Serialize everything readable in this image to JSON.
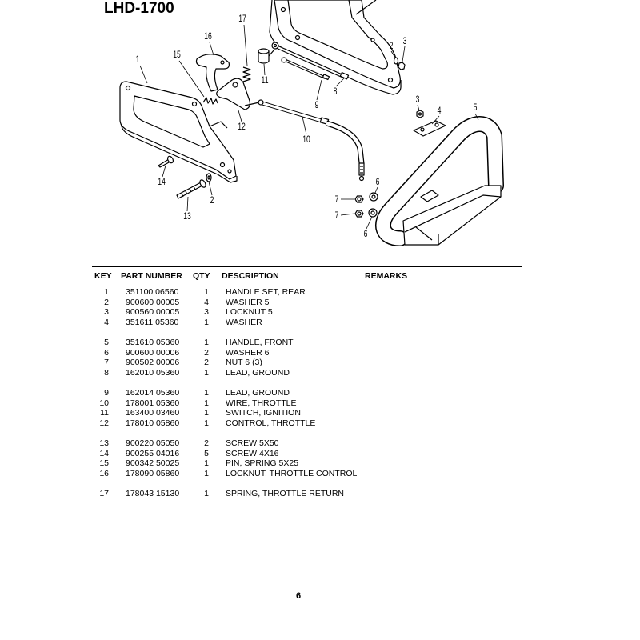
{
  "title": "LHD-1700",
  "diagram": {
    "callouts": [
      "17",
      "16",
      "15",
      "1",
      "11",
      "8",
      "9",
      "12",
      "10",
      "2",
      "3",
      "3",
      "4",
      "5",
      "6",
      "7",
      "7",
      "6",
      "14",
      "2",
      "13"
    ]
  },
  "parts_table": {
    "headers": {
      "key": "KEY",
      "part_number": "PART NUMBER",
      "qty": "QTY",
      "description": "DESCRIPTION",
      "remarks": "REMARKS"
    },
    "groups": [
      [
        {
          "key": "1",
          "part_number": "351100 06560",
          "qty": "1",
          "description": "HANDLE SET, REAR"
        },
        {
          "key": "2",
          "part_number": "900600 00005",
          "qty": "4",
          "description": "WASHER 5"
        },
        {
          "key": "3",
          "part_number": "900560 00005",
          "qty": "3",
          "description": "LOCKNUT 5"
        },
        {
          "key": "4",
          "part_number": "351611 05360",
          "qty": "1",
          "description": "WASHER"
        }
      ],
      [
        {
          "key": "5",
          "part_number": "351610 05360",
          "qty": "1",
          "description": "HANDLE, FRONT"
        },
        {
          "key": "6",
          "part_number": "900600 00006",
          "qty": "2",
          "description": "WASHER 6"
        },
        {
          "key": "7",
          "part_number": "900502 00006",
          "qty": "2",
          "description": "NUT 6 (3)"
        },
        {
          "key": "8",
          "part_number": "162010 05360",
          "qty": "1",
          "description": "LEAD, GROUND"
        }
      ],
      [
        {
          "key": "9",
          "part_number": "162014 05360",
          "qty": "1",
          "description": "LEAD, GROUND"
        },
        {
          "key": "10",
          "part_number": "178001 05360",
          "qty": "1",
          "description": "WIRE, THROTTLE"
        },
        {
          "key": "11",
          "part_number": "163400 03460",
          "qty": "1",
          "description": "SWITCH, IGNITION"
        },
        {
          "key": "12",
          "part_number": "178010 05860",
          "qty": "1",
          "description": "CONTROL, THROTTLE"
        }
      ],
      [
        {
          "key": "13",
          "part_number": "900220 05050",
          "qty": "2",
          "description": "SCREW 5X50"
        },
        {
          "key": "14",
          "part_number": "900255 04016",
          "qty": "5",
          "description": "SCREW 4X16"
        },
        {
          "key": "15",
          "part_number": "900342 50025",
          "qty": "1",
          "description": "PIN, SPRING 5X25"
        },
        {
          "key": "16",
          "part_number": "178090 05860",
          "qty": "1",
          "description": "LOCKNUT, THROTTLE CONTROL"
        }
      ],
      [
        {
          "key": "17",
          "part_number": "178043 15130",
          "qty": "1",
          "description": "SPRING, THROTTLE RETURN"
        }
      ]
    ]
  },
  "page_number": "6"
}
